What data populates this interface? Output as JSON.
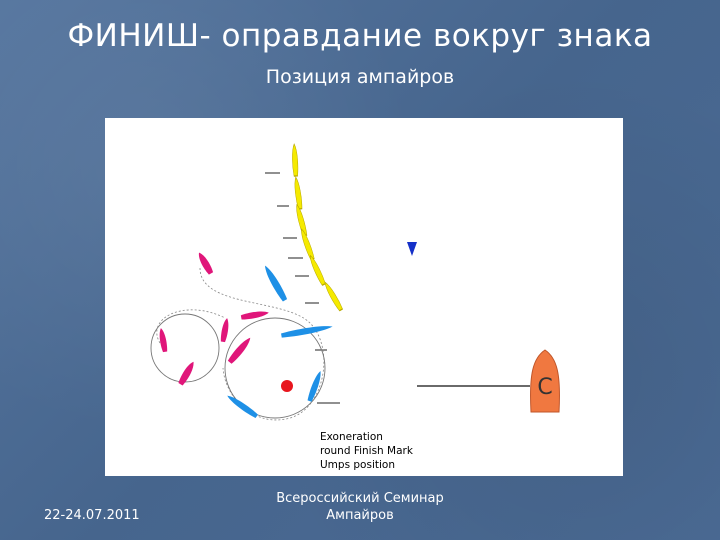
{
  "slide": {
    "title": "ФИНИШ- оправдание вокруг знака",
    "subtitle": "Позиция ампайров"
  },
  "diagram": {
    "legend_lines": [
      "Exoneration",
      "round Finish Mark",
      "Umps position"
    ],
    "committee_boat_label": "C",
    "colors": {
      "yellow_boat": "#f5ea00",
      "blue_boat": "#1e90e6",
      "magenta_boat": "#e0167a",
      "committee_boat": "#f07840",
      "finish_mark": "#e8161e",
      "ump_marker": "#1530c8"
    }
  },
  "footer": {
    "date": "22-24.07.2011",
    "line1": "Всероссийский Семинар",
    "line2": "Ампайров"
  }
}
